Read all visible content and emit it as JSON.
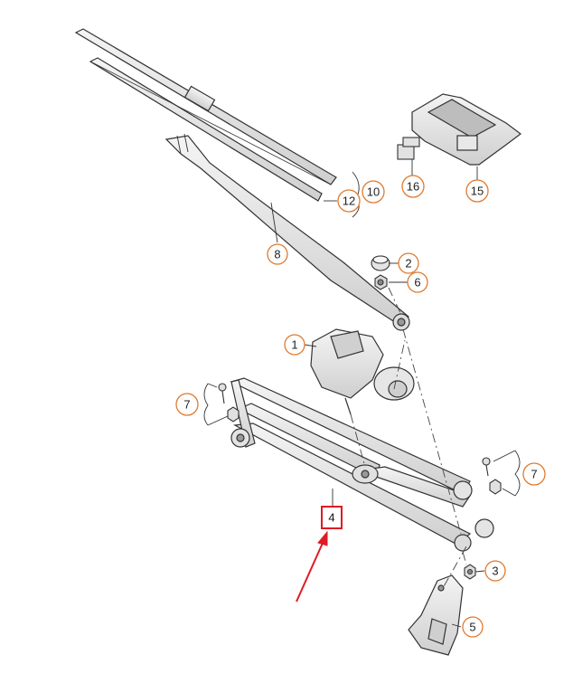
{
  "diagram": {
    "callouts": {
      "c1": "1",
      "c2": "2",
      "c3": "3",
      "c5": "5",
      "c6": "6",
      "c7_left": "7",
      "c7_right": "7",
      "c8": "8",
      "c10": "10",
      "c12": "12",
      "c15": "15",
      "c16": "16"
    },
    "highlighted_part": "4",
    "colors": {
      "callout_ring": "#e07a2e",
      "highlight_box": "#e01b24",
      "arrow": "#e01b24",
      "line": "#333333"
    }
  }
}
